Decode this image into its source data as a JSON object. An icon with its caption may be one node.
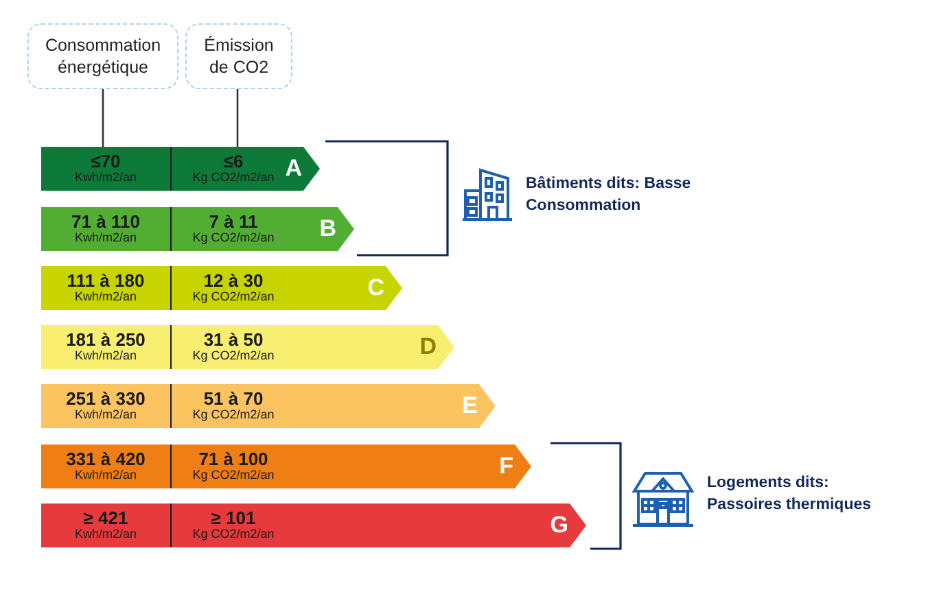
{
  "diagram": {
    "nodes": [
      {
        "text": [
          "Consommation énergétique"
        ]
      },
      {
        "text": [
          "Émission de CO2"
        ]
      },
      {
        "text": [
          "≤70",
          "Kwh/m2/an",
          "≤6",
          "Kg CO2/m2/an",
          "A"
        ]
      },
      {
        "text": [
          "71 à 110",
          "Kwh/m2/an",
          "7 à 11",
          "Kg CO2/m2/an",
          "B"
        ]
      },
      {
        "text": [
          "111 à 180",
          "Kwh/m2/an",
          "12 à 30",
          "Kg CO2/m2/an",
          "C"
        ]
      },
      {
        "text": [
          "181 à 250",
          "Kwh/m2/an",
          "31 à 50",
          "Kg CO2/m2/an",
          "D"
        ]
      },
      {
        "text": [
          "251 à 330",
          "Kwh/m2/an",
          "51 à 70",
          "Kg CO2/m2/an",
          "E"
        ]
      },
      {
        "text": [
          "331 à 420",
          "Kwh/m2/an",
          "71 à 100",
          "Kg CO2/m2/an",
          "F"
        ]
      },
      {
        "text": [
          "≥ 421",
          "Kwh/m2/an",
          "≥ 101",
          "Kg CO2/m2/an",
          "G"
        ]
      }
    ],
    "edges": [
      {
        "from": 0,
        "to": 2,
        "arrow": "none"
      },
      {
        "from": 1,
        "to": 2,
        "arrow": "none"
      }
    ],
    "labels": [
      "Bâtiments dits: Basse Consommation",
      "Logements dits: Passoires thermiques"
    ]
  }
}
